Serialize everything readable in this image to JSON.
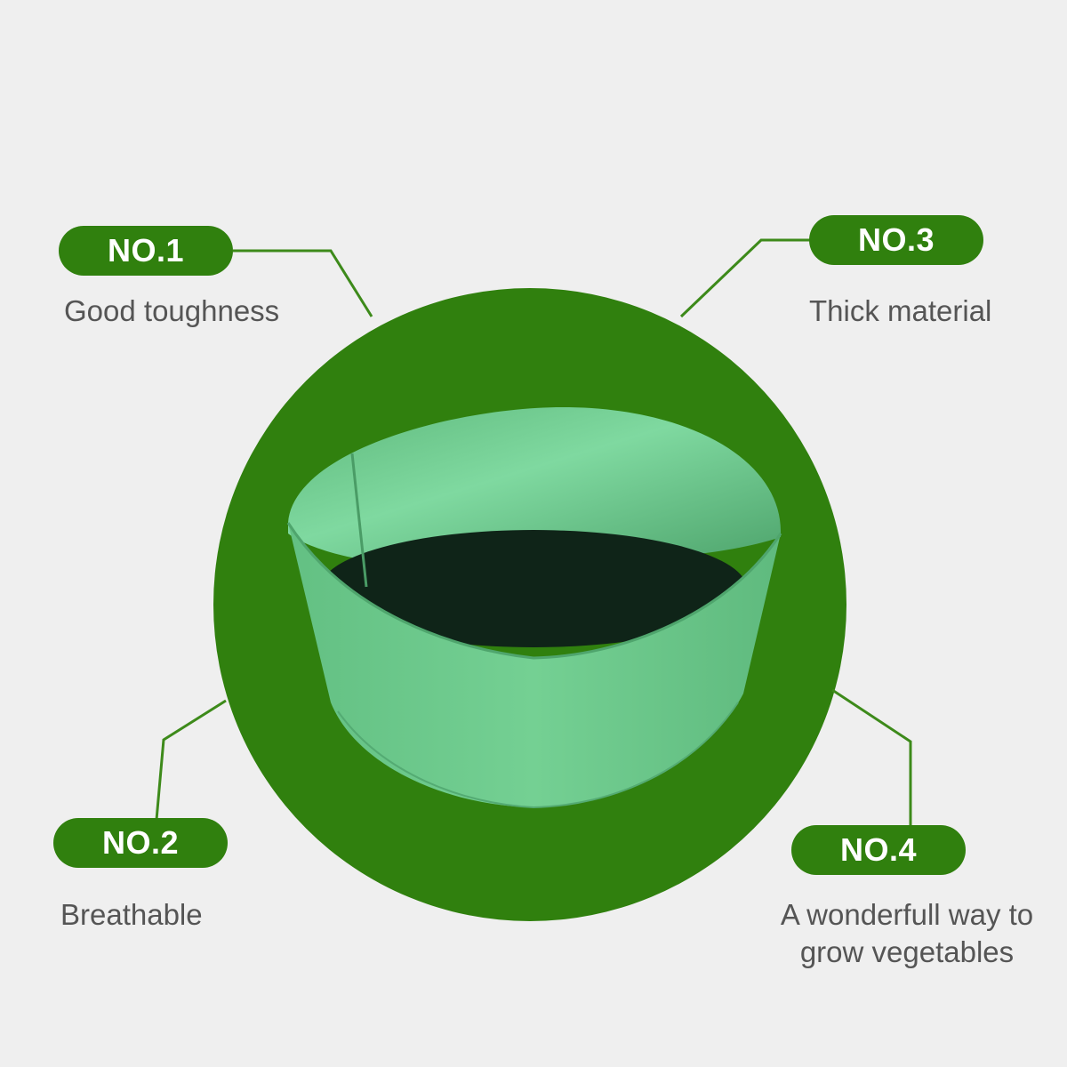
{
  "colors": {
    "background": "#efefef",
    "circle": "#30800e",
    "pill": "#30800e",
    "connector": "#3d8a1a",
    "caption_text": "#555555",
    "pot_felt": "#6fcb8f",
    "pot_soil": "#0f2418"
  },
  "features": [
    {
      "badge": "NO.1",
      "text": "Good toughness"
    },
    {
      "badge": "NO.2",
      "text": "Breathable"
    },
    {
      "badge": "NO.3",
      "text": "Thick material"
    },
    {
      "badge": "NO.4",
      "text_line1": "A wonderfull way to",
      "text_line2": "grow vegetables"
    }
  ]
}
